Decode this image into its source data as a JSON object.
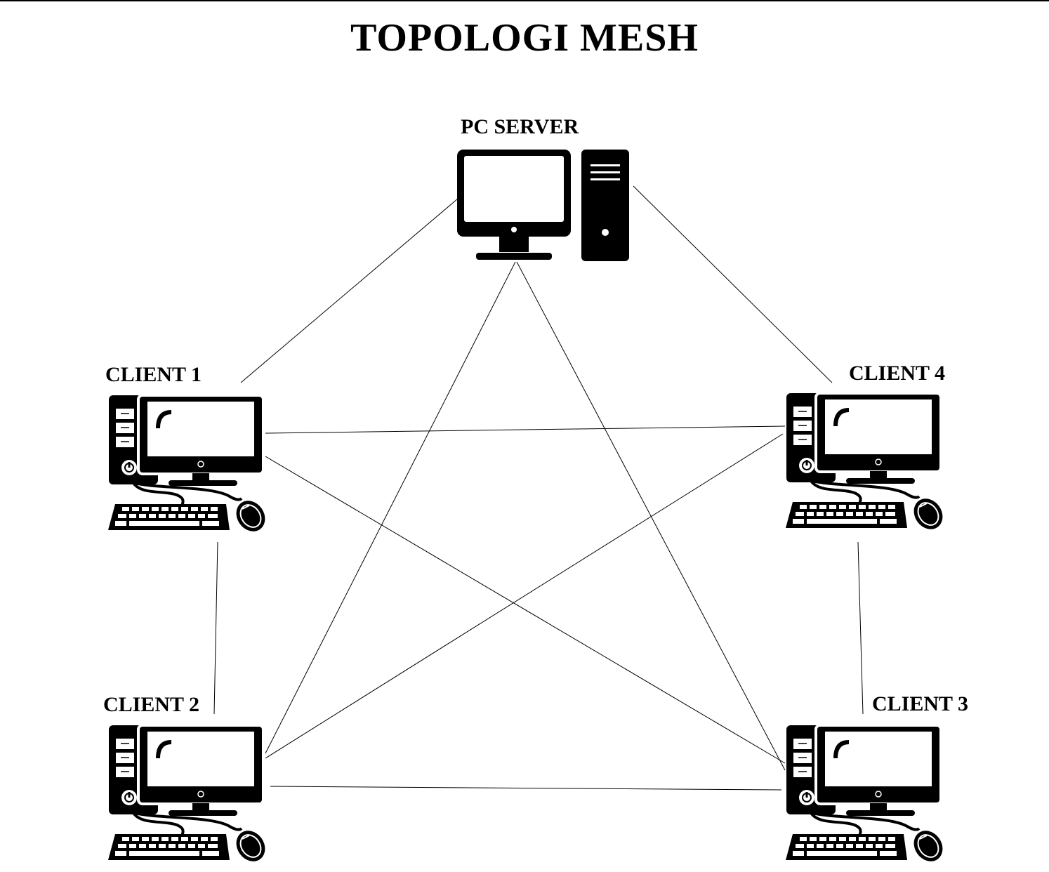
{
  "diagram": {
    "title": "TOPOLOGI MESH",
    "nodes": {
      "server": {
        "label": "PC SERVER",
        "icon": "desktop-server-icon"
      },
      "client1": {
        "label": "CLIENT 1",
        "icon": "desktop-computer-icon"
      },
      "client2": {
        "label": "CLIENT 2",
        "icon": "desktop-computer-icon"
      },
      "client3": {
        "label": "CLIENT 3",
        "icon": "desktop-computer-icon"
      },
      "client4": {
        "label": "CLIENT 4",
        "icon": "desktop-computer-icon"
      }
    },
    "links": [
      [
        "server",
        "client1"
      ],
      [
        "server",
        "client2"
      ],
      [
        "server",
        "client3"
      ],
      [
        "server",
        "client4"
      ],
      [
        "client1",
        "client2"
      ],
      [
        "client1",
        "client3"
      ],
      [
        "client1",
        "client4"
      ],
      [
        "client2",
        "client3"
      ],
      [
        "client2",
        "client4"
      ],
      [
        "client3",
        "client4"
      ]
    ],
    "colors": {
      "line": "#000000",
      "background": "#ffffff",
      "icon": "#000000"
    }
  }
}
